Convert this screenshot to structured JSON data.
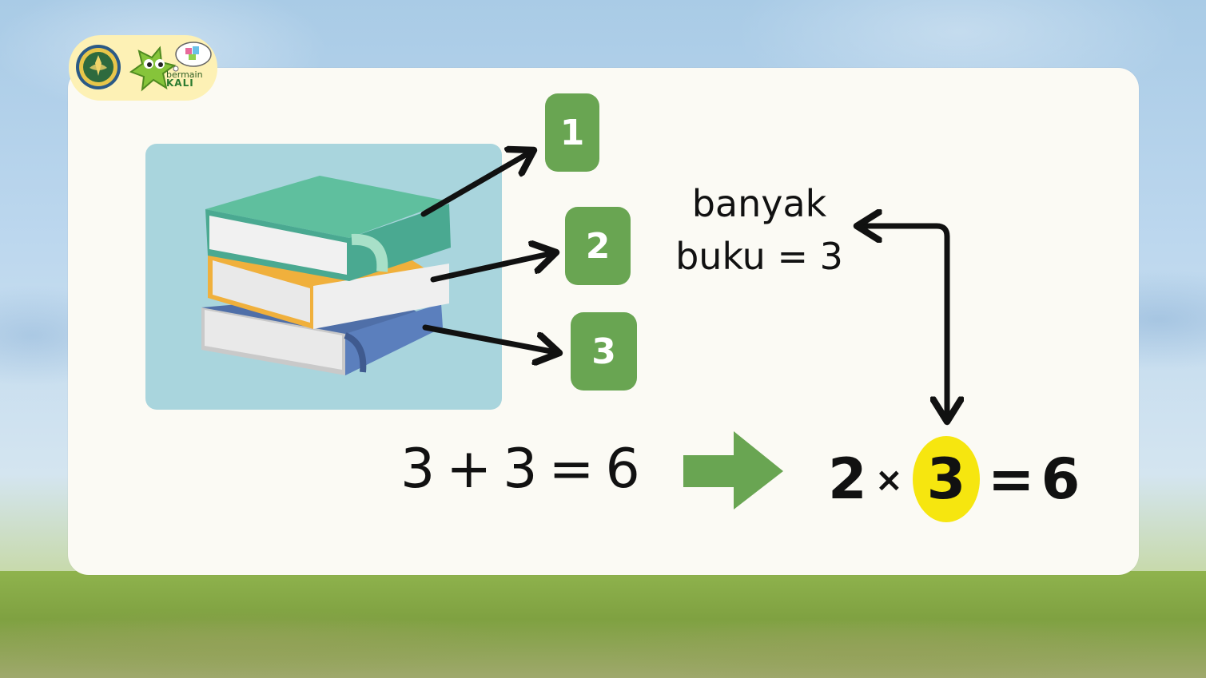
{
  "logo": {
    "brand_line1": "bermain",
    "brand_line2": "KALI"
  },
  "badges": [
    "1",
    "2",
    "3"
  ],
  "count_label": {
    "line1": "banyak",
    "line2": "buku = 3"
  },
  "addition": {
    "a": "3",
    "plus": "+",
    "b": "3",
    "equals": "=",
    "result": "6"
  },
  "multiplication": {
    "a": "2",
    "times": "×",
    "b": "3",
    "equals": "=",
    "result": "6"
  },
  "colors": {
    "badge_green": "#69a552",
    "highlight_yellow": "#f6e60f",
    "panel_blue": "#a9d5dd",
    "card_bg": "#fbfaf4",
    "book_teal": "#4aa991",
    "book_orange": "#f0b03c",
    "book_blue": "#5b7fbd"
  },
  "icons": [
    "emblem-icon",
    "mascot-icon",
    "books-stack-icon",
    "right-arrow-icon"
  ]
}
